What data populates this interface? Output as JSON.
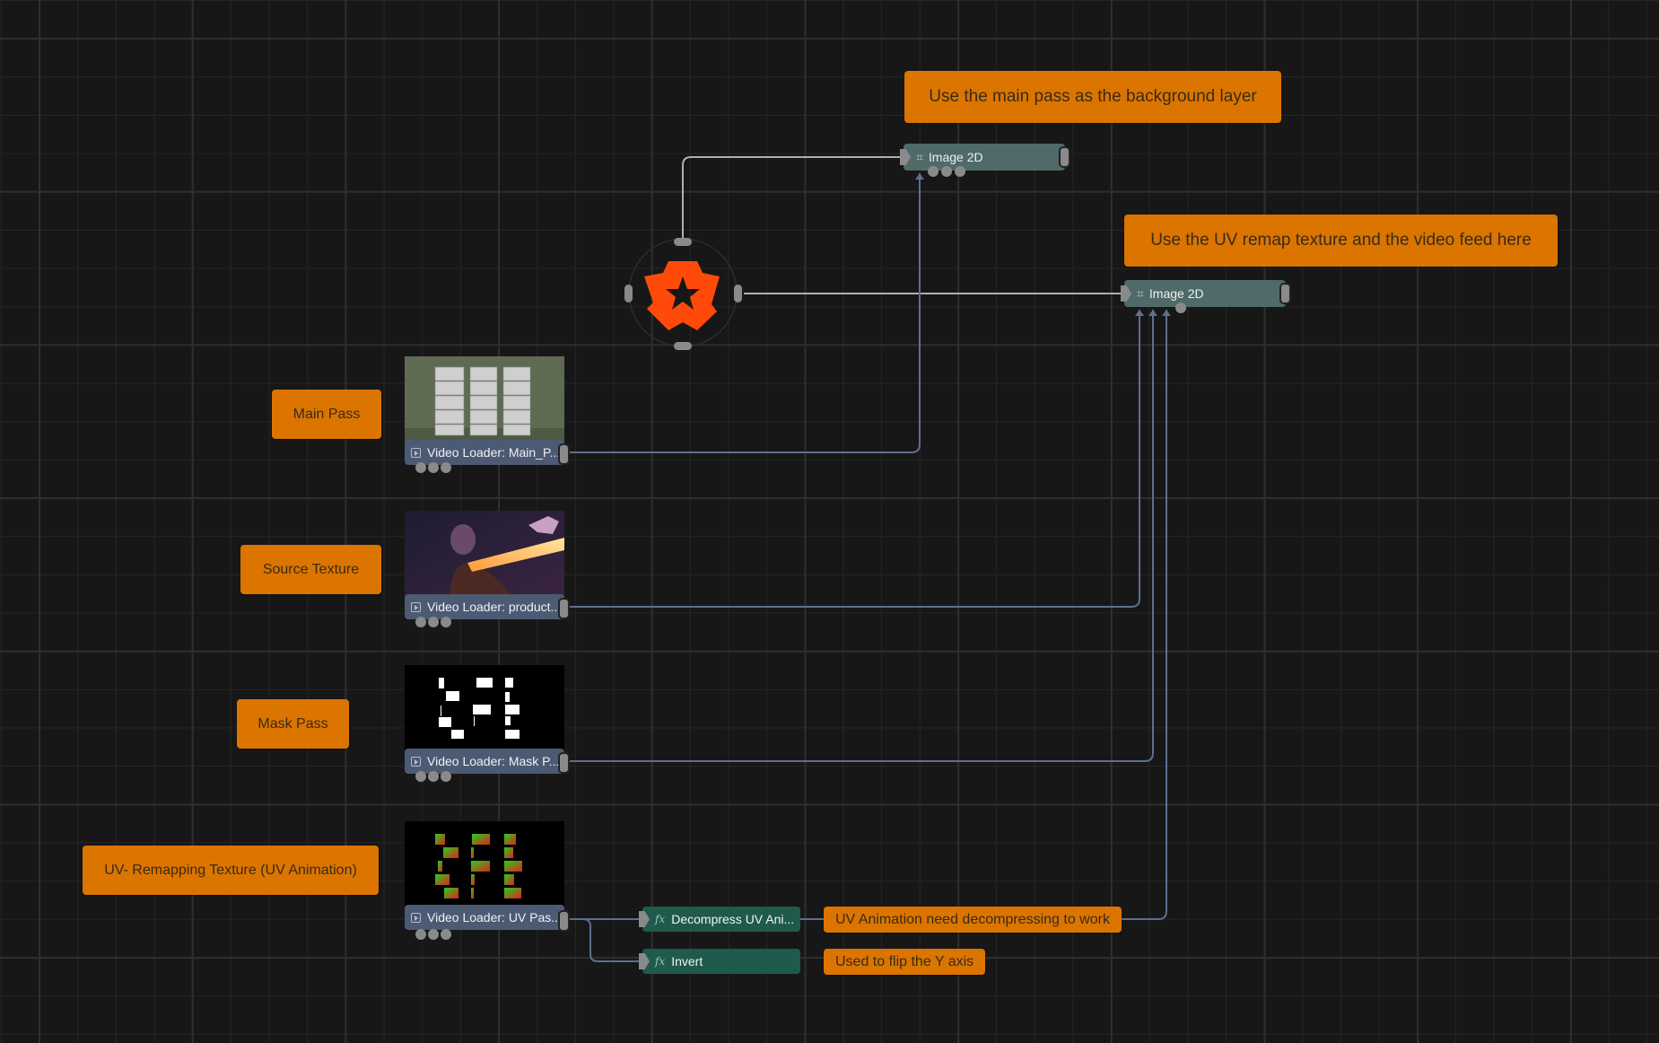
{
  "canvas": {
    "background": "#171717",
    "note_color": "#db7500",
    "wire_colors": {
      "image_link": "#b8b8b8",
      "video_link": "#5f6f8f"
    }
  },
  "notes": [
    {
      "id": "main-pass-bg-note",
      "text": "Use the main pass as the background layer"
    },
    {
      "id": "uv-remap-note",
      "text": "Use the UV remap texture and the video feed here"
    },
    {
      "id": "main-pass-label",
      "text": "Main Pass"
    },
    {
      "id": "source-texture-label",
      "text": "Source Texture"
    },
    {
      "id": "mask-pass-label",
      "text": "Mask Pass"
    },
    {
      "id": "uv-remapping-label",
      "text": "UV- Remapping Texture (UV Animation)"
    },
    {
      "id": "uv-decompress-note",
      "text": "UV Animation need decompressing to work"
    },
    {
      "id": "flip-y-note",
      "text": "Used to flip the Y axis"
    }
  ],
  "nodes": {
    "image2d_top": {
      "label": "Image 2D",
      "icon": "grid-hash-icon"
    },
    "image2d_bottom": {
      "label": "Image 2D",
      "icon": "grid-hash-icon"
    },
    "center_logo": {
      "icon": "star-gear-logo-icon",
      "color": "#ff4a0a"
    },
    "video_loaders": [
      {
        "label": "Video Loader: Main_P...",
        "preview": "white stacked boxes on green background"
      },
      {
        "label": "Video Loader: product...",
        "preview": "person with glowing light beam"
      },
      {
        "label": "Video Loader: Mask P...",
        "preview": "white mask blocks on black"
      },
      {
        "label": "Video Loader: UV Pas...",
        "preview": "green-red UV gradient blocks on black"
      }
    ],
    "fx": [
      {
        "label": "Decompress UV Ani...",
        "icon": "fx-icon"
      },
      {
        "label": "Invert",
        "icon": "fx-icon"
      }
    ]
  }
}
